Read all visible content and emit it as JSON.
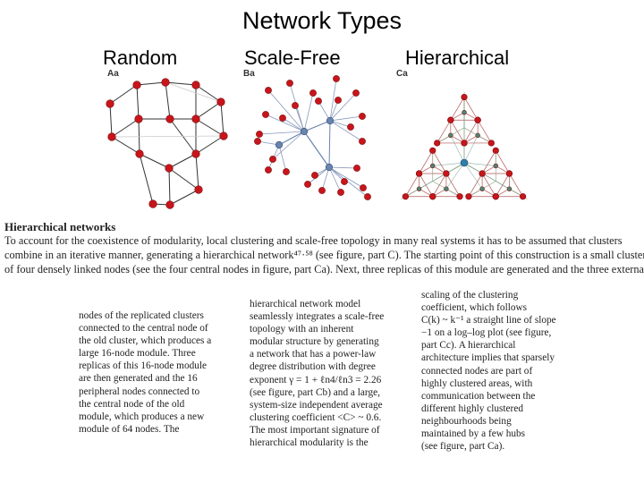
{
  "title": "Network Types",
  "columns": [
    {
      "label": "Random",
      "panel": "Aa"
    },
    {
      "label": "Scale-Free",
      "panel": "Ba"
    },
    {
      "label": "Hierarchical",
      "panel": "Ca"
    }
  ],
  "section_title": "Hierarchical networks",
  "intro_lines": [
    "To account for the coexistence of modularity, local clustering and scale-free topology in many real systems it has to be assumed that clusters",
    "combine in an iterative manner, generating a hierarchical network⁴⁷·⁵⁸ (see figure, part C). The starting point of this construction is a small cluster",
    "of four densely linked nodes (see the four central nodes in figure, part Ca). Next, three replicas of this module are generated and the three external"
  ],
  "column1_lines": [
    "nodes of the replicated clusters",
    "connected to the central node of",
    "the old cluster, which produces a",
    "large 16-node module. Three",
    "replicas of this 16-node module",
    "are then generated and the 16",
    "peripheral nodes connected to",
    "the central node of the old",
    "module, which produces a new",
    "module of 64 nodes. The"
  ],
  "column2_lines": [
    "hierarchical network model",
    "seamlessly integrates a scale-free",
    "topology with an inherent",
    "modular structure by generating",
    "a network that has a power-law",
    "degree distribution with degree",
    "exponent γ = 1 + ℓn4/ℓn3 = 2.26",
    "(see figure, part Cb) and a large,",
    "system-size independent average",
    "clustering coefficient <C> ~ 0.6.",
    "The most important signature of",
    "hierarchical modularity is the"
  ],
  "column3_lines": [
    "scaling of the clustering",
    "coefficient, which follows",
    "C(k) ~ k⁻¹ a straight line of slope",
    "−1 on a log–log plot (see figure,",
    "part Cc). A hierarchical",
    "architecture implies that sparsely",
    "connected nodes are part of",
    "highly clustered areas, with",
    "communication between the",
    "different highly clustered",
    "neighbourhoods being",
    "maintained by a few hubs",
    "(see figure, part Ca)."
  ],
  "colors": {
    "node_red": "#c8151b",
    "node_blue": "#6a84b0",
    "edge_dark": "#333333",
    "edge_light": "#c9c9c9"
  }
}
